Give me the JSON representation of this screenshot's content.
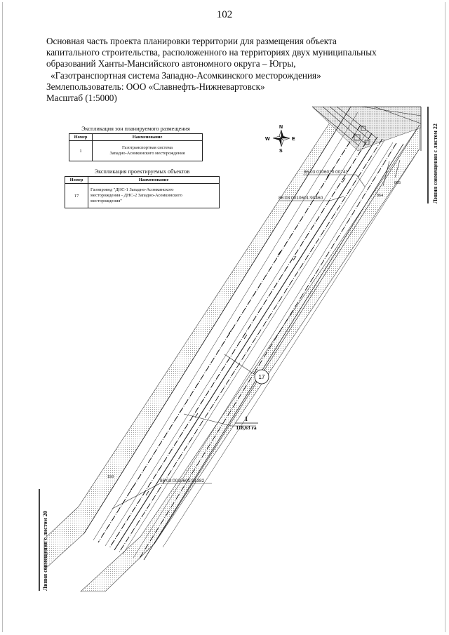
{
  "page_number": "102",
  "header": {
    "lines": [
      "Основная часть проекта планировки территории для размещения объекта",
      "капитального строительства, расположенного на территориях двух муниципальных",
      "образований Ханты-Мансийского автономного округа – Югры,",
      "«Газотранспортная система Западно-Асомкинского месторождения»",
      "Землепользователь: ООО «Славнефть-Нижневартовск»",
      "Масштаб (1:5000)"
    ]
  },
  "zones_table": {
    "title": "Экспликация зон планируемого размещения",
    "headers": [
      "Номер",
      "Наименование"
    ],
    "rows": [
      {
        "num": "1",
        "name_lines": [
          "Газотранспортная система",
          "Западно-Асомкинского месторождения"
        ]
      }
    ]
  },
  "objects_table": {
    "title": "Экспликация проектируемых объектов",
    "headers": [
      "Номер",
      "Наименование"
    ],
    "rows": [
      {
        "num": "17",
        "name_lines": [
          "Газопровод \"ДНС-1 Западно-Асомкинского",
          "месторождения - ДНС-2 Западно-Асомкинского",
          "месторождения\""
        ]
      }
    ]
  },
  "compass": {
    "n": "N",
    "s": "S",
    "e": "E",
    "w": "W"
  },
  "map_labels": {
    "parcel_1": "86:03:0106010:00741",
    "parcel_2": "86:03:0010601:90460",
    "parcel_3": "86:03:0010601:91382",
    "point_864": "864",
    "point_865": "865",
    "point_150": "150",
    "object_callout": "17",
    "zone_number": "1",
    "zone_area": "118,63 га"
  },
  "match_line_right": "Линия совмещения с листом 22",
  "match_line_left": "Линия совмещения с листом 20"
}
